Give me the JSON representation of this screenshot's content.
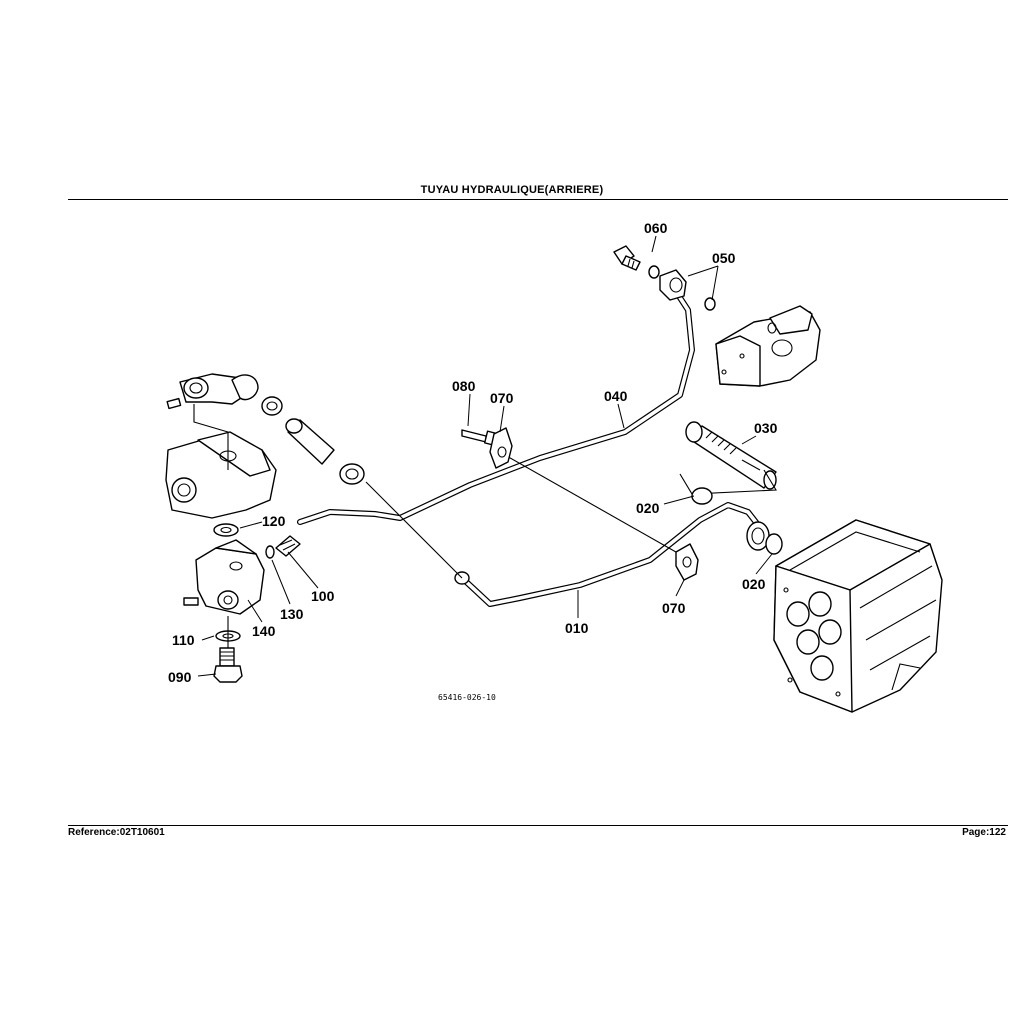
{
  "header": {
    "title": "TUYAU HYDRAULIQUE(ARRIERE)"
  },
  "footer": {
    "reference": "Reference:02T10601",
    "page": "Page:122"
  },
  "diagram": {
    "drawing_code": "65416-026-10",
    "callouts": {
      "p010": "010",
      "p020a": "020",
      "p020b": "020",
      "p030": "030",
      "p040": "040",
      "p050": "050",
      "p060": "060",
      "p070a": "070",
      "p070b": "070",
      "p080": "080",
      "p090": "090",
      "p100": "100",
      "p110": "110",
      "p120": "120",
      "p130": "130",
      "p140": "140"
    }
  }
}
